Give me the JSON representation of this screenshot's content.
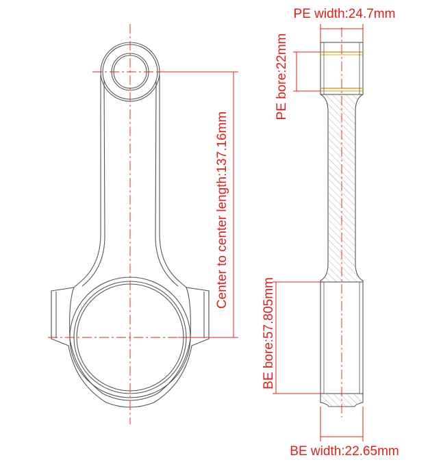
{
  "colors": {
    "outline": "#555555",
    "dimension": "#e0201a",
    "hatch": "#aaaaaa",
    "bushing": "#d8a020",
    "background": "#ffffff"
  },
  "labels": {
    "pe_width": "PE width:24.7mm",
    "pe_bore": "PE bore:22mm",
    "center_length": "Center to center length:137.16mm",
    "be_bore": "BE bore:57.805mm",
    "be_width": "BE width:22.65mm"
  }
}
